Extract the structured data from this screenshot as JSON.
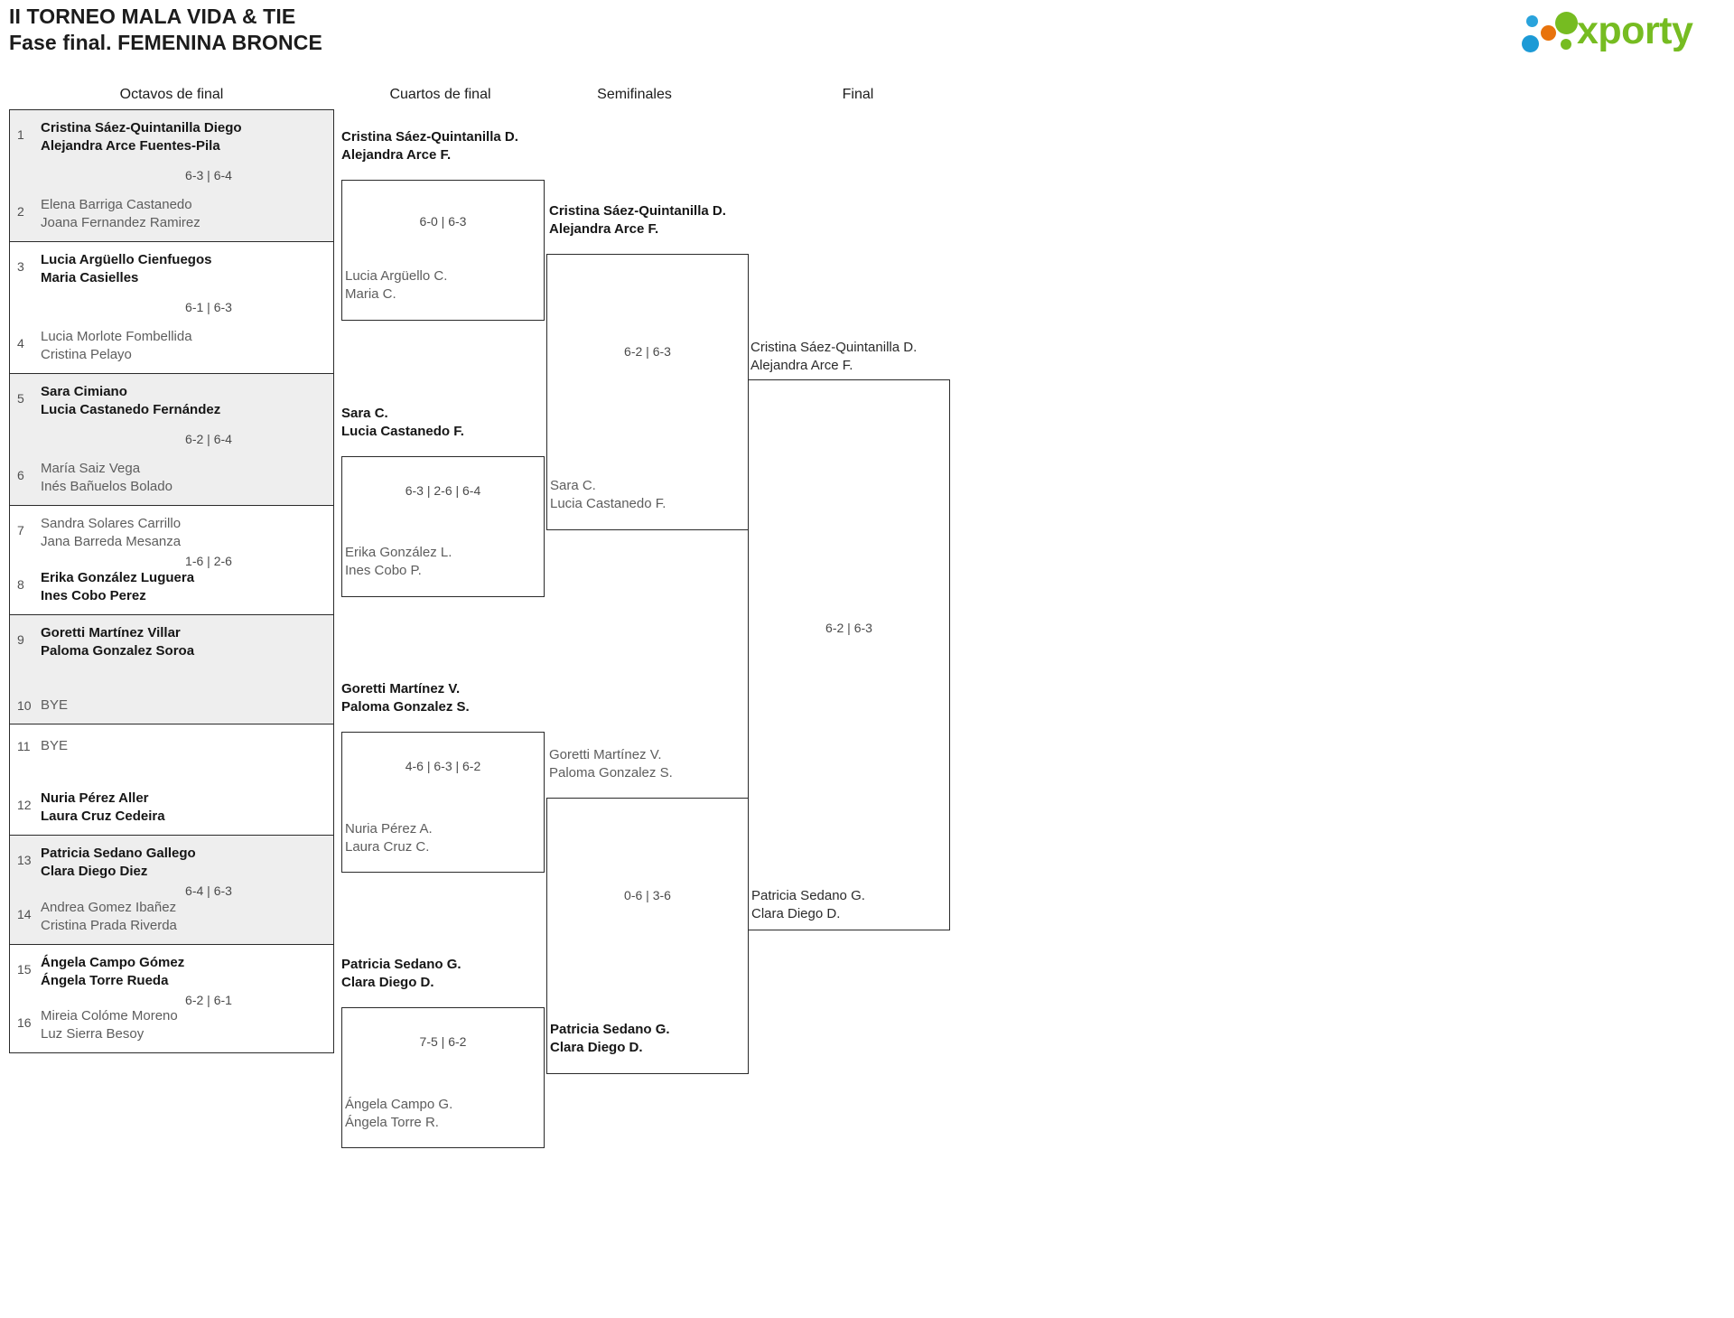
{
  "header": {
    "title_line1": "II TORNEO MALA VIDA & TIE",
    "title_line2": "Fase final. FEMENINA BRONCE",
    "logo_word": "xporty",
    "logo_colors": {
      "green": "#76BC21",
      "blue": "#1C9AD6",
      "orange": "#E8730C"
    }
  },
  "rounds": [
    {
      "label": "Octavos de final"
    },
    {
      "label": "Cuartos de final"
    },
    {
      "label": "Semifinales"
    },
    {
      "label": "Final"
    }
  ],
  "round1": {
    "matches": [
      {
        "score": "6-3 | 6-4",
        "top": {
          "seed": "1",
          "line1": "Cristina Sáez-Quintanilla Diego",
          "line2": "Alejandra Arce Fuentes-Pila",
          "result": "winner",
          "bye": false
        },
        "bottom": {
          "seed": "2",
          "line1": "Elena Barriga Castanedo",
          "line2": "Joana Fernandez Ramirez",
          "result": "loser",
          "bye": false
        }
      },
      {
        "score": "6-1 | 6-3",
        "top": {
          "seed": "3",
          "line1": "Lucia Argüello Cienfuegos",
          "line2": "Maria Casielles",
          "result": "winner",
          "bye": false
        },
        "bottom": {
          "seed": "4",
          "line1": "Lucia Morlote Fombellida",
          "line2": "Cristina Pelayo",
          "result": "loser",
          "bye": false
        }
      },
      {
        "score": "6-2 | 6-4",
        "top": {
          "seed": "5",
          "line1": "Sara Cimiano",
          "line2": "Lucia Castanedo Fernández",
          "result": "winner",
          "bye": false
        },
        "bottom": {
          "seed": "6",
          "line1": "María Saiz Vega",
          "line2": "Inés Bañuelos Bolado",
          "result": "loser",
          "bye": false
        }
      },
      {
        "score": "1-6 | 2-6",
        "top": {
          "seed": "7",
          "line1": "Sandra Solares Carrillo",
          "line2": "Jana Barreda Mesanza",
          "result": "loser",
          "bye": false
        },
        "bottom": {
          "seed": "8",
          "line1": "Erika González Luguera",
          "line2": "Ines Cobo Perez",
          "result": "winner",
          "bye": false
        }
      },
      {
        "score": "",
        "top": {
          "seed": "9",
          "line1": "Goretti Martínez Villar",
          "line2": "Paloma Gonzalez Soroa",
          "result": "winner",
          "bye": false
        },
        "bottom": {
          "seed": "10",
          "line1": "BYE",
          "line2": "",
          "result": "loser",
          "bye": true
        }
      },
      {
        "score": "",
        "top": {
          "seed": "11",
          "line1": "BYE",
          "line2": "",
          "result": "loser",
          "bye": true
        },
        "bottom": {
          "seed": "12",
          "line1": "Nuria Pérez Aller",
          "line2": "Laura Cruz Cedeira",
          "result": "winner",
          "bye": false
        }
      },
      {
        "score": "6-4 | 6-3",
        "top": {
          "seed": "13",
          "line1": "Patricia Sedano Gallego",
          "line2": "Clara Diego Diez",
          "result": "winner",
          "bye": false
        },
        "bottom": {
          "seed": "14",
          "line1": "Andrea Gomez Ibañez",
          "line2": "Cristina Prada Riverda",
          "result": "loser",
          "bye": false
        }
      },
      {
        "score": "6-2 | 6-1",
        "top": {
          "seed": "15",
          "line1": "Ángela Campo Gómez",
          "line2": "Ángela Torre Rueda",
          "result": "winner",
          "bye": false
        },
        "bottom": {
          "seed": "16",
          "line1": "Mireia Colóme Moreno",
          "line2": "Luz Sierra Besoy",
          "result": "loser",
          "bye": false
        }
      }
    ]
  },
  "round2": {
    "matches": [
      {
        "score": "6-0 | 6-3",
        "top": {
          "line1": "Cristina Sáez-Quintanilla D.",
          "line2": "Alejandra Arce F.",
          "result": "winner"
        },
        "bottom": {
          "line1": "Lucia Argüello C.",
          "line2": "Maria C.",
          "result": "loser"
        }
      },
      {
        "score": "6-3 | 2-6 | 6-4",
        "top": {
          "line1": "Sara C.",
          "line2": "Lucia Castanedo F.",
          "result": "winner"
        },
        "bottom": {
          "line1": "Erika González L.",
          "line2": "Ines Cobo P.",
          "result": "loser"
        }
      },
      {
        "score": "4-6 | 6-3 | 6-2",
        "top": {
          "line1": "Goretti Martínez V.",
          "line2": "Paloma Gonzalez S.",
          "result": "winner"
        },
        "bottom": {
          "line1": "Nuria Pérez A.",
          "line2": "Laura Cruz C.",
          "result": "loser"
        }
      },
      {
        "score": "7-5 | 6-2",
        "top": {
          "line1": "Patricia Sedano G.",
          "line2": "Clara Diego D.",
          "result": "winner"
        },
        "bottom": {
          "line1": "Ángela Campo G.",
          "line2": "Ángela Torre R.",
          "result": "loser"
        }
      }
    ]
  },
  "round3": {
    "matches": [
      {
        "score": "6-2 | 6-3",
        "top": {
          "line1": "Cristina Sáez-Quintanilla D.",
          "line2": "Alejandra Arce F.",
          "result": "winner"
        },
        "bottom": {
          "line1": "Sara C.",
          "line2": "Lucia Castanedo F.",
          "result": "loser"
        }
      },
      {
        "score": "0-6 | 3-6",
        "top": {
          "line1": "Goretti Martínez V.",
          "line2": "Paloma Gonzalez S.",
          "result": "loser"
        },
        "bottom": {
          "line1": "Patricia Sedano G.",
          "line2": "Clara Diego D.",
          "result": "winner"
        }
      }
    ]
  },
  "round4": {
    "matches": [
      {
        "score": "6-2 | 6-3",
        "top": {
          "line1": "Cristina Sáez-Quintanilla D.",
          "line2": "Alejandra Arce F.",
          "result": "neutral"
        },
        "bottom": {
          "line1": "Patricia Sedano G.",
          "line2": "Clara Diego D.",
          "result": "neutral"
        }
      }
    ]
  }
}
